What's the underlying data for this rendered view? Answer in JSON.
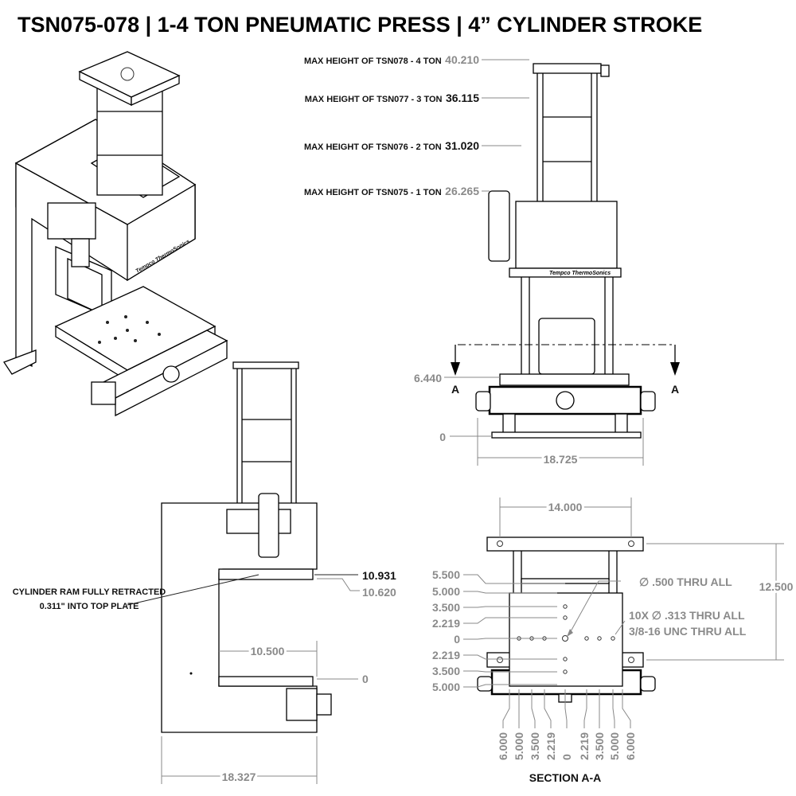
{
  "title": "TSN075-078  |  1-4 TON PNEUMATIC PRESS  |  4” CYLINDER STROKE",
  "front_view": {
    "heights": [
      {
        "label": "MAX HEIGHT OF TSN078 - 4 TON",
        "value": "40.210"
      },
      {
        "label": "MAX HEIGHT OF TSN077 - 3 TON",
        "value": "36.115"
      },
      {
        "label": "MAX HEIGHT OF TSN076 - 2 TON",
        "value": "31.020"
      },
      {
        "label": "MAX HEIGHT OF TSN075 - 1 TON",
        "value": "26.265"
      }
    ],
    "table_height": "6.440",
    "zero": "0",
    "width": "18.725",
    "section_marker": "A",
    "brand_logo": "Tempco ThermoSonics"
  },
  "side_view": {
    "note_line1": "CYLINDER RAM FULLY RETRACTED",
    "note_line2": "0.311\" INTO TOP PLATE",
    "ram_height": "10.931",
    "plate_height": "10.620",
    "zero": "0",
    "throat_depth": "10.500",
    "depth": "18.327"
  },
  "section_view": {
    "title": "SECTION A-A",
    "mount_spacing": "14.000",
    "mount_depth": "12.500",
    "center_hole": "∅ .500 THRU ALL",
    "holes_line1": "10X  ∅ .313 THRU ALL",
    "holes_line2": "3/8-16 UNC  THRU ALL",
    "y_dims": [
      "5.500",
      "5.000",
      "3.500",
      "2.219",
      "0",
      "2.219",
      "3.500",
      "5.000"
    ],
    "x_dims": [
      "6.000",
      "5.000",
      "3.500",
      "2.219",
      "0",
      "2.219",
      "3.500",
      "5.000",
      "6.000"
    ]
  }
}
